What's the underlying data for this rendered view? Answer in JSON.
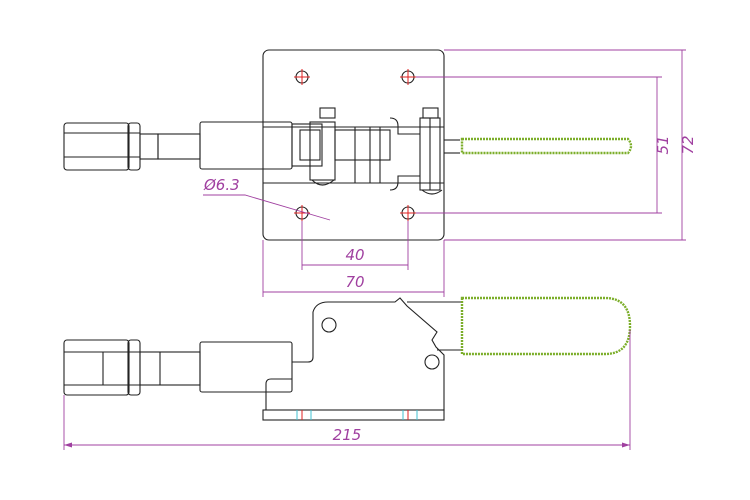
{
  "drawing": {
    "title": "Push-pull toggle clamp",
    "dimensions": {
      "hole_diameter": "Ø6.3",
      "hole_spacing_horizontal": "40",
      "plate_width": "70",
      "hole_spacing_vertical": "51",
      "plate_height": "72",
      "overall_length": "215"
    },
    "colors": {
      "outline": "#222222",
      "dimension": "#a040a0",
      "centerline": "#e02020",
      "grip": "#7cae2a"
    }
  }
}
